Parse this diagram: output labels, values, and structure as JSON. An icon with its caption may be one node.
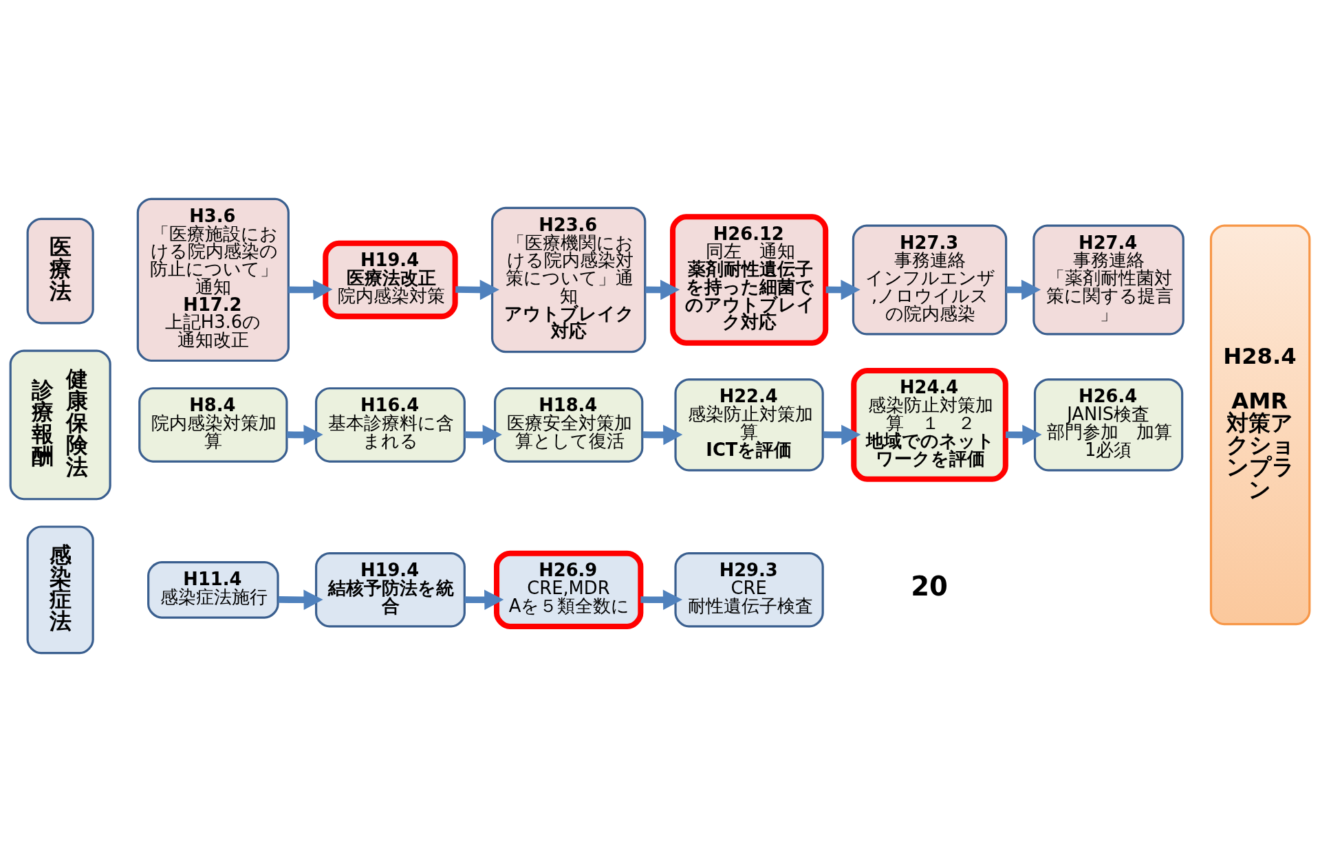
{
  "diagram": {
    "nodes": [
      {
        "text": [
          "医療法"
        ]
      },
      {
        "text": [
          "H3.6",
          "「医療施設における院内感染の防止について」通知",
          "H17.2",
          "上記H3.6の通知改正"
        ]
      },
      {
        "text": [
          "H19.4",
          "医療法改正",
          "院内感染対策"
        ]
      },
      {
        "text": [
          "H23.6",
          "「医療機関における院内感染対策について」通知",
          "アウトブレイク対応"
        ]
      },
      {
        "text": [
          "H26.12",
          "同左　通知",
          "薬剤耐性遺伝子を持った細菌でのアウトブレイク対応"
        ]
      },
      {
        "text": [
          "H27.3",
          "事務連絡",
          "インフルエンザ,ノロウイルスの院内感染"
        ]
      },
      {
        "text": [
          "H27.4",
          "事務連絡",
          "「薬剤耐性菌対策に関する提言」"
        ]
      },
      {
        "text": [
          "診療報酬",
          "健康保険法"
        ]
      },
      {
        "text": [
          "H8.4",
          "院内感染対策加算"
        ]
      },
      {
        "text": [
          "H16.4",
          "基本診療料に含まれる"
        ]
      },
      {
        "text": [
          "H18.4",
          "医療安全対策加算として復活"
        ]
      },
      {
        "text": [
          "H22.4",
          "感染防止対策加算",
          "ICTを評価"
        ]
      },
      {
        "text": [
          "H24.4",
          "感染防止対策加算　１　２",
          "地域でのネットワークを評価"
        ]
      },
      {
        "text": [
          "H26.4",
          "JANIS検査部門参加　加算1必須"
        ]
      },
      {
        "text": [
          "感染症法"
        ]
      },
      {
        "text": [
          "H11.4",
          "感染症法施行"
        ]
      },
      {
        "text": [
          "H19.4",
          "結核予防法を統合"
        ]
      },
      {
        "text": [
          "H26.9",
          "CRE,MDRAを５類全数に"
        ]
      },
      {
        "text": [
          "H29.3",
          "CRE",
          "耐性遺伝子検査"
        ]
      },
      {
        "text": [
          "H28.4",
          "AMR対策アクションプラン"
        ]
      }
    ],
    "edges": [
      {
        "from": 1,
        "to": 2,
        "arrow": "to"
      },
      {
        "from": 2,
        "to": 3,
        "arrow": "to"
      },
      {
        "from": 3,
        "to": 4,
        "arrow": "to"
      },
      {
        "from": 4,
        "to": 5,
        "arrow": "to"
      },
      {
        "from": 5,
        "to": 6,
        "arrow": "to"
      },
      {
        "from": 8,
        "to": 9,
        "arrow": "to"
      },
      {
        "from": 9,
        "to": 10,
        "arrow": "to"
      },
      {
        "from": 10,
        "to": 11,
        "arrow": "to"
      },
      {
        "from": 11,
        "to": 12,
        "arrow": "to"
      },
      {
        "from": 12,
        "to": 13,
        "arrow": "to"
      },
      {
        "from": 15,
        "to": 16,
        "arrow": "to"
      },
      {
        "from": 16,
        "to": 17,
        "arrow": "to"
      },
      {
        "from": 17,
        "to": 18,
        "arrow": "to"
      }
    ],
    "labels": [
      "20"
    ]
  }
}
